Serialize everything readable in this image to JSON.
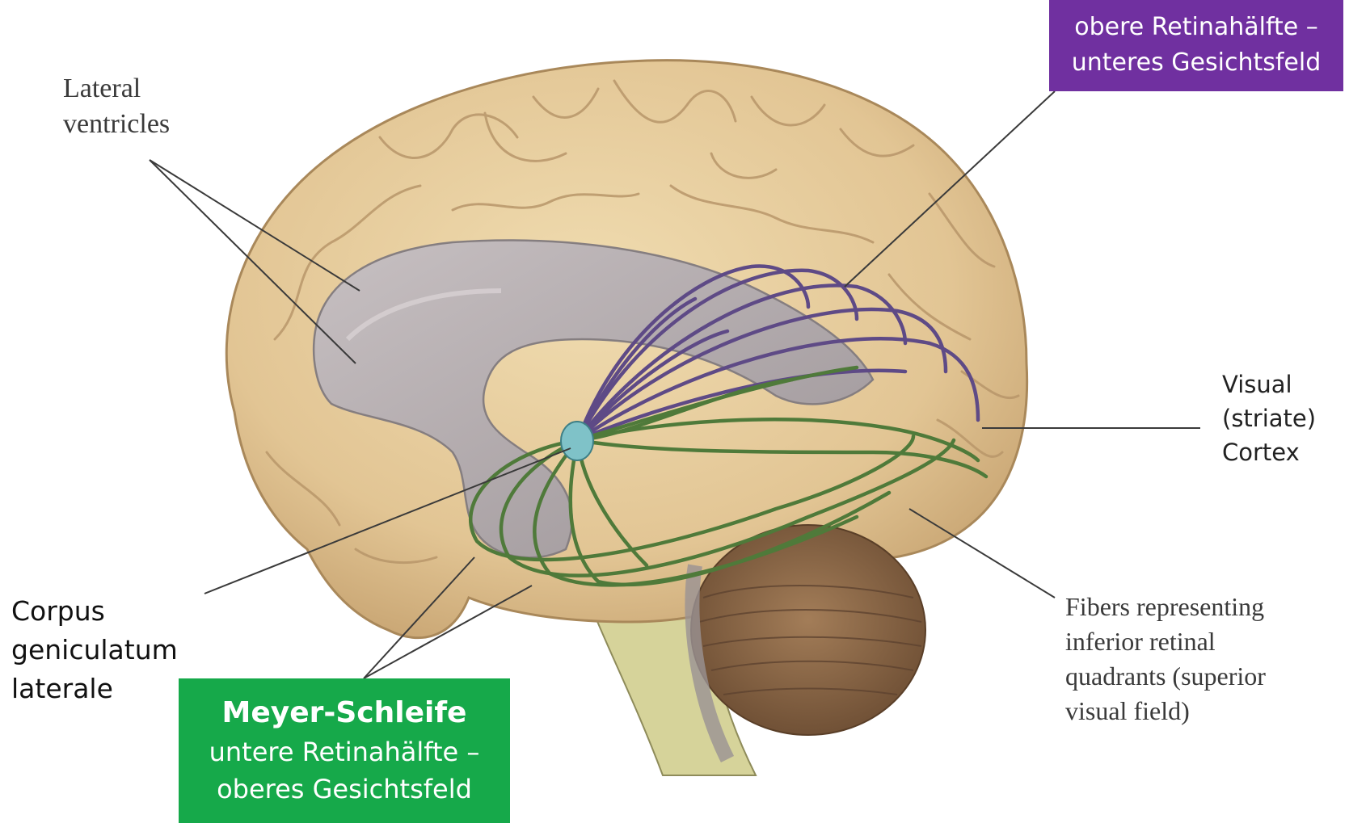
{
  "labels": {
    "lateral_ventricles": [
      "Lateral",
      "ventricles"
    ],
    "visual_cortex": [
      "Visual",
      "(striate)",
      "Cortex"
    ],
    "corpus_geniculatum": [
      "Corpus",
      "geniculatum",
      "laterale"
    ],
    "fibers": [
      "Fibers representing",
      "inferior retinal",
      "quadrants (superior",
      "visual field)"
    ]
  },
  "boxes": {
    "upper": {
      "lines": [
        "obere Retinahälfte –",
        "unteres Gesichtsfeld"
      ],
      "color": "#7030a0"
    },
    "meyer": {
      "title": "Meyer-Schleife",
      "lines": [
        "untere Retinahälfte –",
        "oberes Gesichtsfeld"
      ],
      "color": "#16a94a"
    }
  },
  "colors": {
    "brain": "#e3c998",
    "ventricle": "#b2aaad",
    "upper_fibers": "#5e4a86",
    "lower_fibers": "#4f7a3a",
    "lgn": "#7fc2c8",
    "cerebellum": "#8a6849"
  }
}
